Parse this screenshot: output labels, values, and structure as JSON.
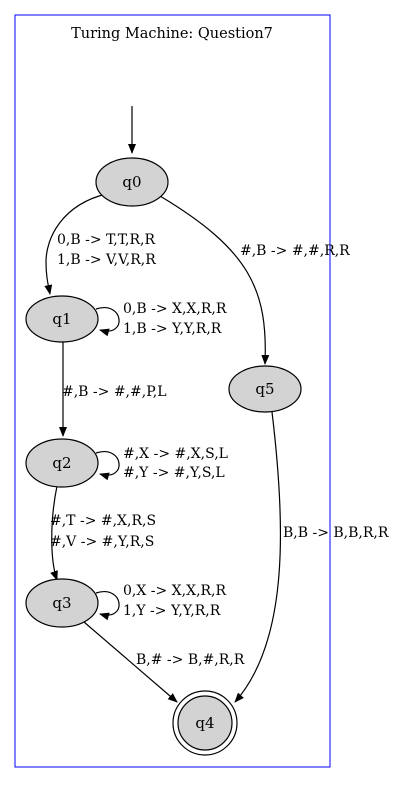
{
  "title": "Turing Machine: Question7",
  "colors": {
    "frame": "#0000ff",
    "node_fill": "#d3d3d3",
    "stroke": "#000000",
    "background": "#ffffff"
  },
  "states": {
    "q0": "q0",
    "q1": "q1",
    "q2": "q2",
    "q3": "q3",
    "q4": "q4",
    "q5": "q5"
  },
  "start_state": "q0",
  "accept_states": [
    "q4"
  ],
  "transitions": {
    "q0_q1": [
      "0,B -> T,T,R,R",
      "1,B -> V,V,R,R"
    ],
    "q0_q5": [
      "#,B -> #,#,R,R"
    ],
    "q1_q1": [
      "0,B -> X,X,R,R",
      "1,B -> Y,Y,R,R"
    ],
    "q1_q2": [
      "#,B -> #,#,P,L"
    ],
    "q2_q2": [
      "#,X -> #,X,S,L",
      "#,Y -> #,Y,S,L"
    ],
    "q2_q3": [
      "#,T -> #,X,R,S",
      "#,V -> #,Y,R,S"
    ],
    "q3_q3": [
      "0,X -> X,X,R,R",
      "1,Y -> Y,Y,R,R"
    ],
    "q3_q4": [
      "B,# -> B,#,R,R"
    ],
    "q5_q4": [
      "B,B -> B,B,R,R"
    ]
  }
}
